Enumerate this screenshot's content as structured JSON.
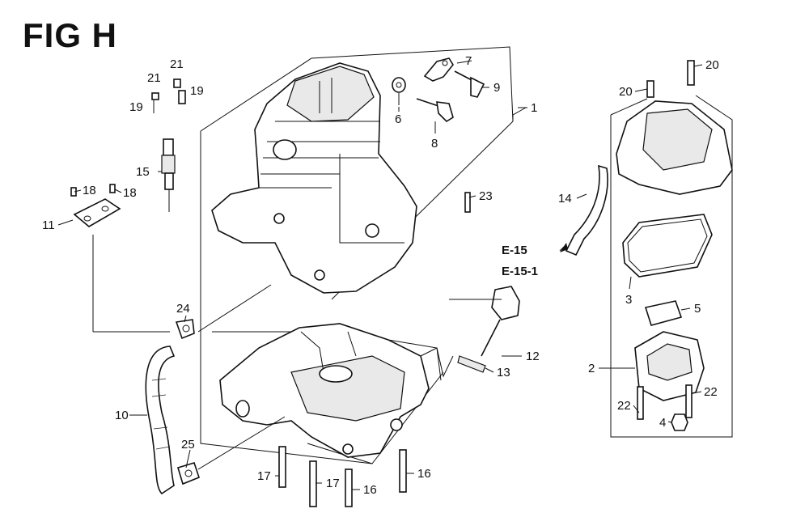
{
  "figure": {
    "title": "FIG H"
  },
  "references": {
    "e15": "E-15",
    "e15_1": "E-15-1"
  },
  "callouts": {
    "c1": "1",
    "c2": "2",
    "c3": "3",
    "c4": "4",
    "c5": "5",
    "c6": "6",
    "c7": "7",
    "c8": "8",
    "c9": "9",
    "c10": "10",
    "c11": "11",
    "c12": "12",
    "c13": "13",
    "c14": "14",
    "c15": "15",
    "c16a": "16",
    "c16b": "16",
    "c17a": "17",
    "c17b": "17",
    "c18a": "18",
    "c18b": "18",
    "c19a": "19",
    "c19b": "19",
    "c20a": "20",
    "c20b": "20",
    "c21a": "21",
    "c21b": "21",
    "c22a": "22",
    "c22b": "22",
    "c23": "23",
    "c24": "24",
    "c25": "25"
  }
}
